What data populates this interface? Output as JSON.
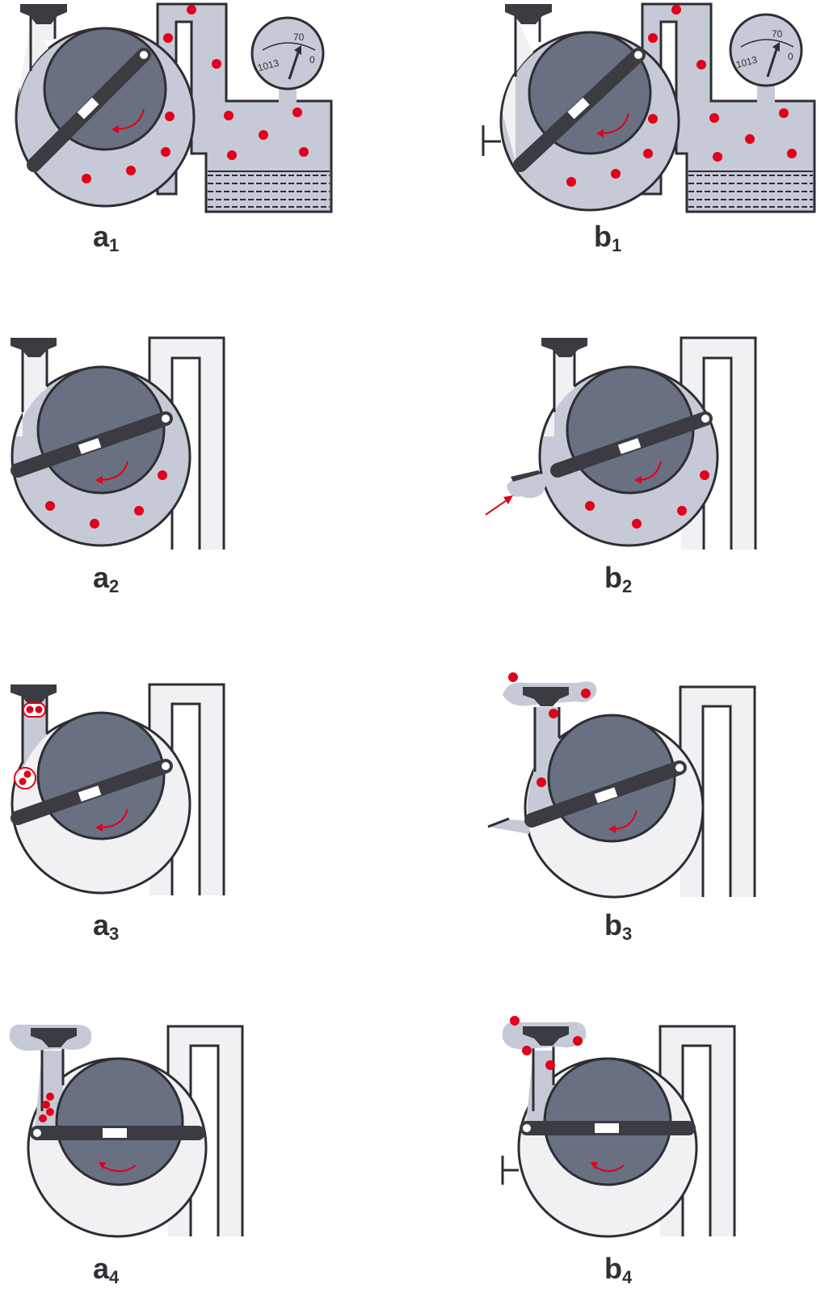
{
  "colors": {
    "outline": "#2d2e33",
    "rotor": "#687082",
    "gas": "#c6cad6",
    "empty": "#f0f1f3",
    "vane": "#3a3c42",
    "particle": "#e2001a",
    "background": "#ffffff"
  },
  "panels": [
    {
      "letter": "a",
      "sub": "1"
    },
    {
      "letter": "b",
      "sub": "1"
    },
    {
      "letter": "a",
      "sub": "2"
    },
    {
      "letter": "b",
      "sub": "2"
    },
    {
      "letter": "a",
      "sub": "3"
    },
    {
      "letter": "b",
      "sub": "3"
    },
    {
      "letter": "a",
      "sub": "4"
    },
    {
      "letter": "b",
      "sub": "4"
    }
  ],
  "gauge": {
    "left_value": "1013",
    "right_value": "0",
    "top_value": "70"
  },
  "icons": [
    "rotary-vane-pump-icon",
    "pressure-gauge-icon",
    "rotation-arrow-icon",
    "gas-ballast-valve-icon",
    "exhaust-valve-icon"
  ]
}
